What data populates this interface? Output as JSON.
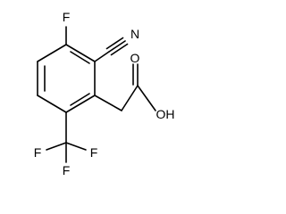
{
  "molecule": {
    "name": "",
    "atom_labels": {
      "fluoro": "F",
      "nitrile_n": "N",
      "carbonyl_o": "O",
      "hydroxyl": "OH",
      "cf3_f_left": "F",
      "cf3_f_bottom": "F",
      "cf3_f_right": "F"
    },
    "bond_color": "#000000",
    "background": "#ffffff"
  }
}
